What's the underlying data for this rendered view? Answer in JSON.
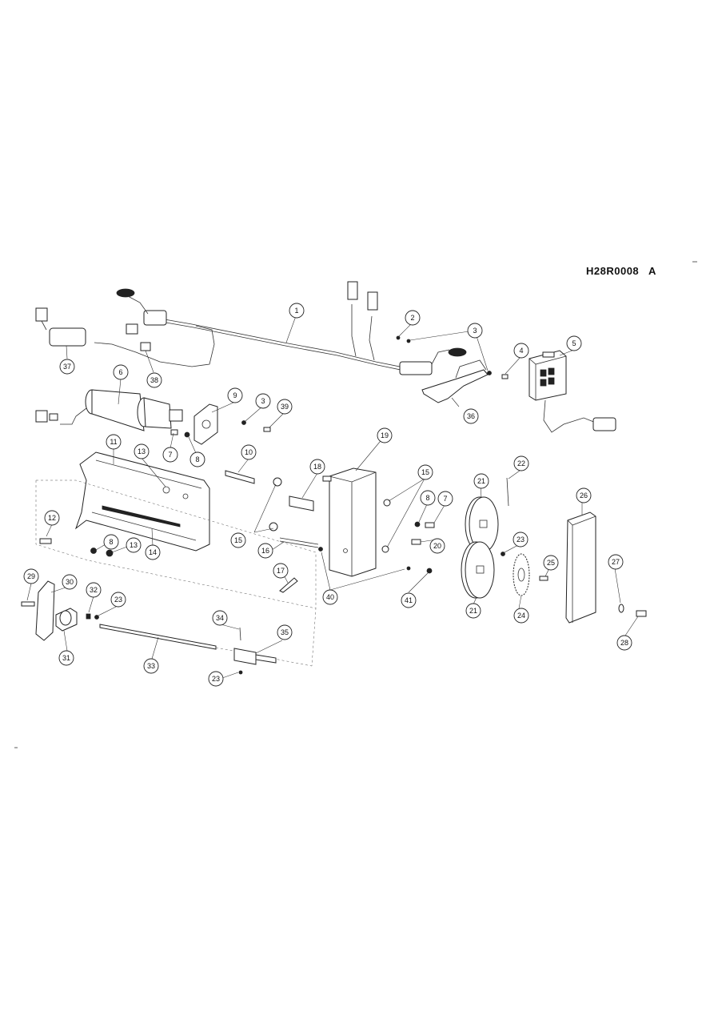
{
  "drawing": {
    "code": "H28R0008",
    "revision": "A"
  },
  "callouts": [
    {
      "id": "1",
      "label": "1"
    },
    {
      "id": "2",
      "label": "2"
    },
    {
      "id": "3a",
      "label": "3"
    },
    {
      "id": "3b",
      "label": "3"
    },
    {
      "id": "4",
      "label": "4"
    },
    {
      "id": "5",
      "label": "5"
    },
    {
      "id": "6",
      "label": "6"
    },
    {
      "id": "7a",
      "label": "7"
    },
    {
      "id": "7b",
      "label": "7"
    },
    {
      "id": "8a",
      "label": "8"
    },
    {
      "id": "8b",
      "label": "8"
    },
    {
      "id": "8c",
      "label": "8"
    },
    {
      "id": "9",
      "label": "9"
    },
    {
      "id": "10",
      "label": "10"
    },
    {
      "id": "11",
      "label": "11"
    },
    {
      "id": "12",
      "label": "12"
    },
    {
      "id": "13a",
      "label": "13"
    },
    {
      "id": "13b",
      "label": "13"
    },
    {
      "id": "14",
      "label": "14"
    },
    {
      "id": "15a",
      "label": "15"
    },
    {
      "id": "15b",
      "label": "15"
    },
    {
      "id": "16",
      "label": "16"
    },
    {
      "id": "17",
      "label": "17"
    },
    {
      "id": "18",
      "label": "18"
    },
    {
      "id": "19",
      "label": "19"
    },
    {
      "id": "20",
      "label": "20"
    },
    {
      "id": "21a",
      "label": "21"
    },
    {
      "id": "21b",
      "label": "21"
    },
    {
      "id": "22",
      "label": "22"
    },
    {
      "id": "23a",
      "label": "23"
    },
    {
      "id": "23b",
      "label": "23"
    },
    {
      "id": "23c",
      "label": "23"
    },
    {
      "id": "24",
      "label": "24"
    },
    {
      "id": "25",
      "label": "25"
    },
    {
      "id": "26",
      "label": "26"
    },
    {
      "id": "27",
      "label": "27"
    },
    {
      "id": "28",
      "label": "28"
    },
    {
      "id": "29",
      "label": "29"
    },
    {
      "id": "30",
      "label": "30"
    },
    {
      "id": "31",
      "label": "31"
    },
    {
      "id": "32",
      "label": "32"
    },
    {
      "id": "33",
      "label": "33"
    },
    {
      "id": "34",
      "label": "34"
    },
    {
      "id": "35",
      "label": "35"
    },
    {
      "id": "36",
      "label": "36"
    },
    {
      "id": "37",
      "label": "37"
    },
    {
      "id": "38",
      "label": "38"
    },
    {
      "id": "39",
      "label": "39"
    },
    {
      "id": "40",
      "label": "40"
    },
    {
      "id": "41",
      "label": "41"
    }
  ]
}
